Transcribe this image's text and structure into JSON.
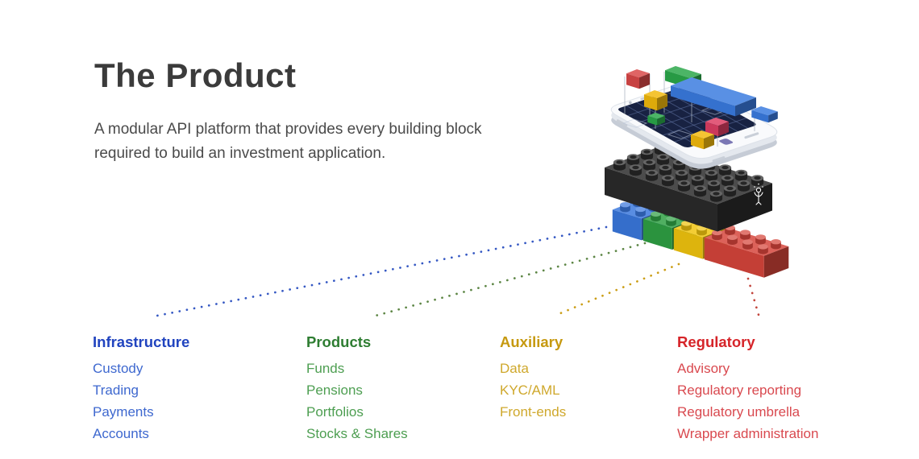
{
  "page": {
    "title": "The Product",
    "description": "A modular API platform that provides every building block required to build an investment application."
  },
  "categories": [
    {
      "title": "Infrastructure",
      "color": "#2144bf",
      "item_color": "#3e68cf",
      "line_color": "#2b50c0",
      "items": [
        "Custody",
        "Trading",
        "Payments",
        "Accounts"
      ]
    },
    {
      "title": "Products",
      "color": "#2e7d32",
      "item_color": "#4d9e51",
      "line_color": "#55803c",
      "items": [
        "Funds",
        "Pensions",
        "Portfolios",
        "Stocks & Shares"
      ]
    },
    {
      "title": "Auxiliary",
      "color": "#c6990f",
      "item_color": "#cfa82c",
      "line_color": "#c9990a",
      "items": [
        "Data",
        "KYC/AML",
        "Front-ends"
      ]
    },
    {
      "title": "Regulatory",
      "color": "#d62429",
      "item_color": "#d9494f",
      "line_color": "#bf3a31",
      "items": [
        "Advisory",
        "Regulatory reporting",
        "Regulatory umbrella",
        "Wrapper administration"
      ]
    }
  ],
  "illustration": {
    "brick_colors": {
      "black": "#2b2b2b",
      "blue": "#3a78dd",
      "green": "#2fa044",
      "yellow": "#f1c40f",
      "red": "#d6453b"
    },
    "phone_body": "#f9fafc",
    "phone_screen": "#182242"
  }
}
